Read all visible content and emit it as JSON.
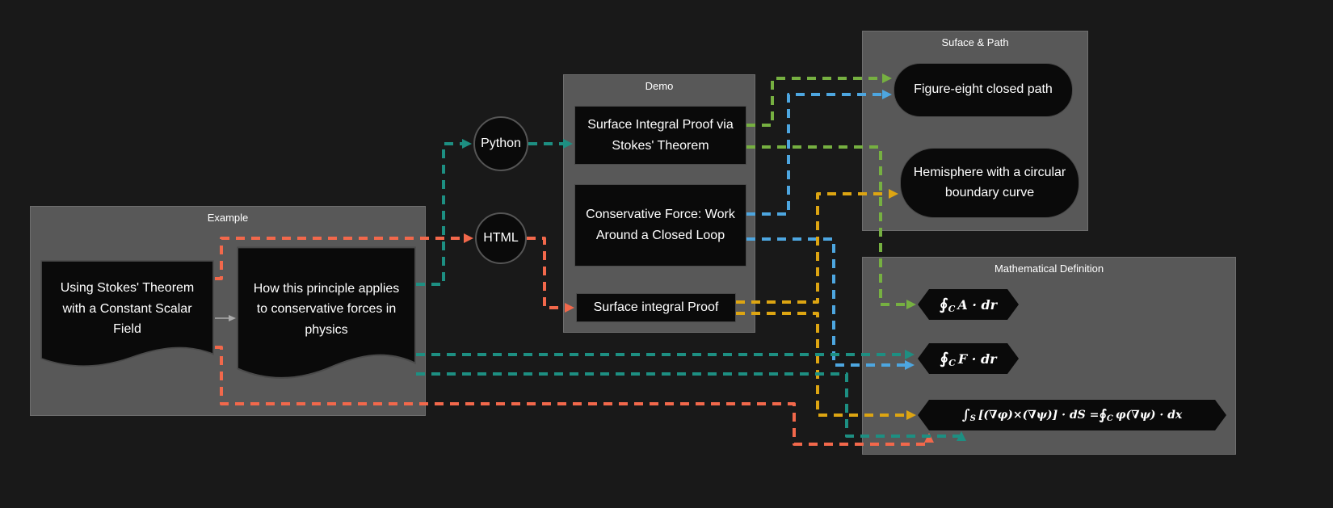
{
  "palette": {
    "background": "#191919",
    "group_bg": "#585858",
    "node_bg": "#0a0a0a",
    "text": "#ffffff",
    "teal": "#1d8f82",
    "green": "#76b041",
    "blue": "#4da6e0",
    "yellow": "#dda512",
    "red": "#f2684b",
    "gray": "#aaaaaa"
  },
  "groups": {
    "example": {
      "title": "Example"
    },
    "demo": {
      "title": "Demo"
    },
    "surface_path": {
      "title": "Suface & Path"
    },
    "math_def": {
      "title": "Mathematical Definition"
    }
  },
  "nodes": {
    "stokes_constant": {
      "label": "Using Stokes' Theorem with a Constant Scalar Field"
    },
    "principle": {
      "label": "How this principle applies to conservative forces in physics"
    },
    "python": {
      "label": "Python"
    },
    "html": {
      "label": "HTML"
    },
    "surface_proof_stokes": {
      "label": "Surface Integral Proof via Stokes' Theorem"
    },
    "conservative_force": {
      "label": "Conservative Force: Work Around a Closed Loop"
    },
    "surface_proof": {
      "label": "Surface integral Proof"
    },
    "figure_eight": {
      "label": "Figure-eight closed path"
    },
    "hemisphere": {
      "label": "Hemisphere with a circular boundary curve"
    }
  },
  "formulas": {
    "a_dr": {
      "integral": "∮",
      "sub": "C",
      "body": "A · dr"
    },
    "f_dr": {
      "integral": "∮",
      "sub": "C",
      "body": "F · dr"
    },
    "long": {
      "int1": "∫",
      "sub1": "S",
      "mid": "[(∇φ)×(∇ψ)] · dS  =  ",
      "int2": "∮",
      "sub2": "C",
      "tail": "φ(∇ψ) · dx"
    }
  }
}
